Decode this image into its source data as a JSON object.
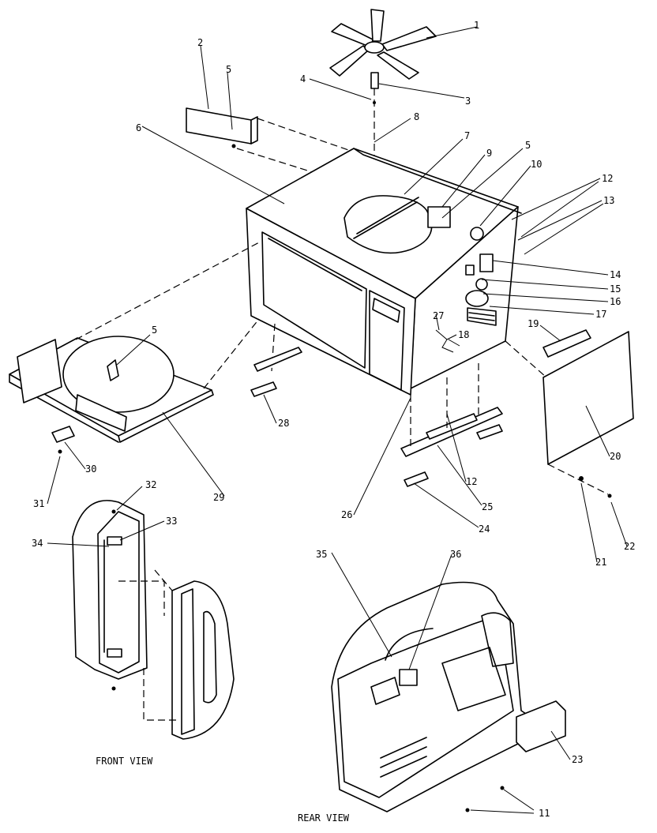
{
  "callouts": {
    "c1": "1",
    "c2": "2",
    "c3": "3",
    "c4": "4",
    "c5a": "5",
    "c5b": "5",
    "c5c": "5",
    "c6": "6",
    "c7": "7",
    "c8": "8",
    "c9": "9",
    "c10": "10",
    "c11": "11",
    "c12a": "12",
    "c12b": "12",
    "c13": "13",
    "c14": "14",
    "c15": "15",
    "c16": "16",
    "c17": "17",
    "c18": "18",
    "c19": "19",
    "c20": "20",
    "c21": "21",
    "c22": "22",
    "c23": "23",
    "c24": "24",
    "c25": "25",
    "c26": "26",
    "c27": "27",
    "c28": "28",
    "c29": "29",
    "c30": "30",
    "c31": "31",
    "c32": "32",
    "c33": "33",
    "c34": "34",
    "c35": "35",
    "c36": "36"
  },
  "views": {
    "front": "FRONT VIEW",
    "rear": "REAR VIEW"
  }
}
